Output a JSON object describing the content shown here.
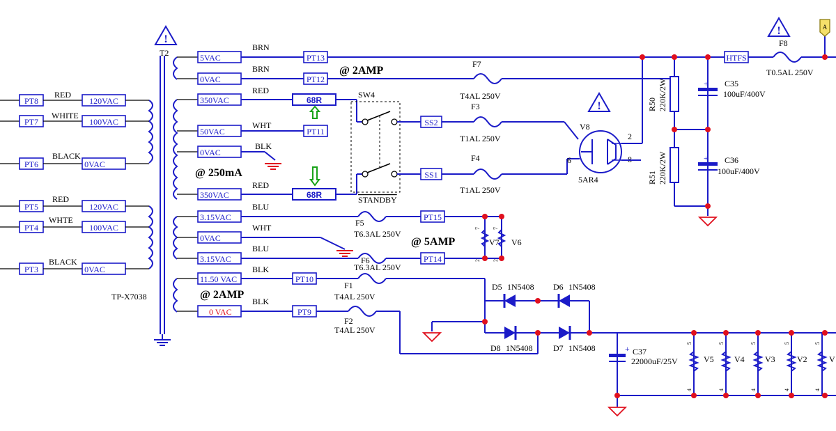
{
  "transformer": {
    "ref": "T2",
    "part": "TP-X7038"
  },
  "primary": [
    {
      "pt": "PT8",
      "wire": "RED",
      "volt": "120VAC"
    },
    {
      "pt": "PT7",
      "wire": "WHITE",
      "volt": "100VAC"
    },
    {
      "pt": "PT6",
      "wire": "BLACK",
      "volt": "0VAC"
    },
    {
      "pt": "PT5",
      "wire": "RED",
      "volt": "120VAC"
    },
    {
      "pt": "PT4",
      "wire": "WHTE",
      "volt": "100VAC"
    },
    {
      "pt": "PT3",
      "wire": "BLACK",
      "volt": "0VAC"
    }
  ],
  "secondary": [
    {
      "volt": "5VAC",
      "wire": "BRN",
      "pt": "PT13"
    },
    {
      "volt": "0VAC",
      "wire": "BRN",
      "pt": "PT12"
    },
    {
      "volt": "350VAC",
      "wire": "RED",
      "pt": "68R"
    },
    {
      "volt": "50VAC",
      "wire": "WHT",
      "pt": "PT11"
    },
    {
      "volt": "0VAC",
      "wire": "BLK",
      "pt": ""
    },
    {
      "volt": "350VAC",
      "wire": "RED",
      "pt": "68R"
    },
    {
      "volt": "3.15VAC",
      "wire": "BLU",
      "pt": "PT15"
    },
    {
      "volt": "0VAC",
      "wire": "WHT",
      "pt": ""
    },
    {
      "volt": "3.15VAC",
      "wire": "BLU",
      "pt": "PT14"
    },
    {
      "volt": "11.50 VAC",
      "wire": "BLK",
      "pt": "PT10"
    },
    {
      "volt": "0 VAC",
      "wire": "BLK",
      "pt": "PT9"
    }
  ],
  "current_notes": [
    "@ 2AMP",
    "@ 250mA",
    "@ 5AMP",
    "@ 2AMP"
  ],
  "fuses": [
    {
      "ref": "F7",
      "rating": "T4AL 250V"
    },
    {
      "ref": "F3",
      "rating": "T1AL 250V"
    },
    {
      "ref": "F4",
      "rating": "T1AL 250V"
    },
    {
      "ref": "F5",
      "rating": "T6.3AL 250V"
    },
    {
      "ref": "F6",
      "rating": "T6.3AL 250V"
    },
    {
      "ref": "F1",
      "rating": "T4AL 250V"
    },
    {
      "ref": "F2",
      "rating": "T4AL 250V"
    },
    {
      "ref": "F8",
      "rating": "T0.5AL 250V"
    }
  ],
  "switch": {
    "ref": "SW4",
    "label": "STANDBY"
  },
  "connectors": [
    "SS2",
    "SS1",
    "HTFS"
  ],
  "rectifier": {
    "ref": "V8",
    "part": "5AR4",
    "pins": [
      "2",
      "6",
      "8"
    ]
  },
  "resistors": [
    {
      "ref": "R50",
      "value": "220K/2W"
    },
    {
      "ref": "R51",
      "value": "220K/2W"
    }
  ],
  "capacitors": [
    {
      "ref": "C35",
      "value": "100uF/400V"
    },
    {
      "ref": "C36",
      "value": "100uF/400V"
    },
    {
      "ref": "C37",
      "value": "22000uF/25V"
    }
  ],
  "diodes": [
    {
      "ref": "D5",
      "part": "1N5408"
    },
    {
      "ref": "D6",
      "part": "1N5408"
    },
    {
      "ref": "D8",
      "part": "1N5408"
    },
    {
      "ref": "D7",
      "part": "1N5408"
    }
  ],
  "heaters": [
    "V7",
    "V6"
  ],
  "heater_pins": [
    "7",
    "7",
    "2",
    "2"
  ],
  "tubes": [
    "V5",
    "V4",
    "V3",
    "V2",
    "V"
  ],
  "tube_pins": [
    "5",
    "4"
  ],
  "top_right_marker": "A",
  "colors": {
    "wire": "#1b1bc8",
    "node": "#e0101e",
    "ground": "#e0101e",
    "arrow": "#1aa31a"
  },
  "icons": [
    "warning-icon",
    "ground-icon",
    "up-arrow-icon",
    "down-arrow-icon"
  ]
}
